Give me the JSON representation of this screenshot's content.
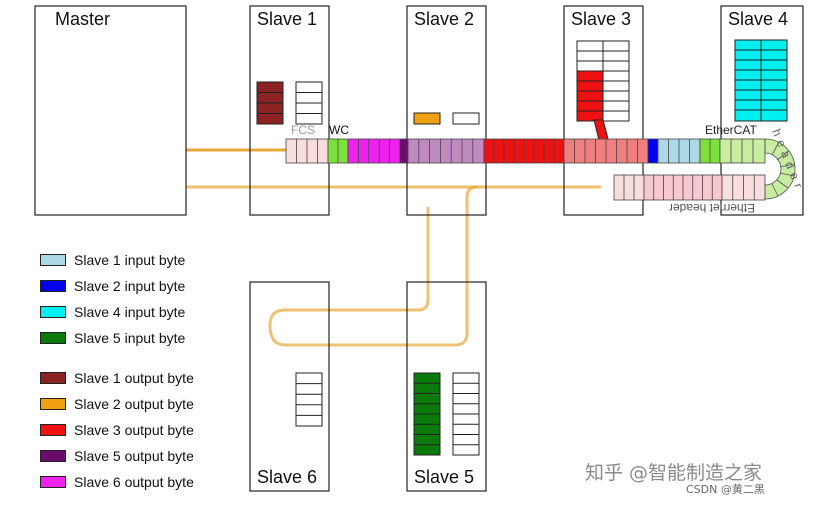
{
  "nodes": {
    "master": "Master",
    "slave1": "Slave 1",
    "slave2": "Slave 2",
    "slave3": "Slave 3",
    "slave4": "Slave 4",
    "slave5": "Slave 5",
    "slave6": "Slave 6"
  },
  "frame_labels": {
    "fcs": "FCS",
    "wc": "WC",
    "ethercat": "EtherCAT",
    "header": "header",
    "ethernet_header": "Ethernet header"
  },
  "legend": [
    {
      "label": "Slave 1 input byte",
      "color": "#add8e6"
    },
    {
      "label": "Slave 2 input byte",
      "color": "#0000ee"
    },
    {
      "label": "Slave 4 input byte",
      "color": "#00f0f0"
    },
    {
      "label": "Slave 5 input byte",
      "color": "#0a7a0a"
    },
    {
      "label": "Slave 1 output byte",
      "color": "#8b2323"
    },
    {
      "label": "Slave 2 output byte",
      "color": "#f0a010"
    },
    {
      "label": "Slave 3 output byte",
      "color": "#ee1111"
    },
    {
      "label": "Slave 5 output byte",
      "color": "#6a0d6a"
    },
    {
      "label": "Slave 6 output byte",
      "color": "#ee22ee"
    }
  ],
  "colors": {
    "cable": "#e8a838",
    "cable_light": "#f4d79a",
    "fcs": "#f8dede",
    "wc": "#7ee03a",
    "slave5_output_faded": "#c08ac0",
    "slave3_output_faded": "#f08080",
    "ethercat_header": "#c8eca0",
    "ethernet_header": "#f8c8d0"
  },
  "watermark": "知乎 @智能制造之家",
  "credit": "CSDN @黄二黑"
}
